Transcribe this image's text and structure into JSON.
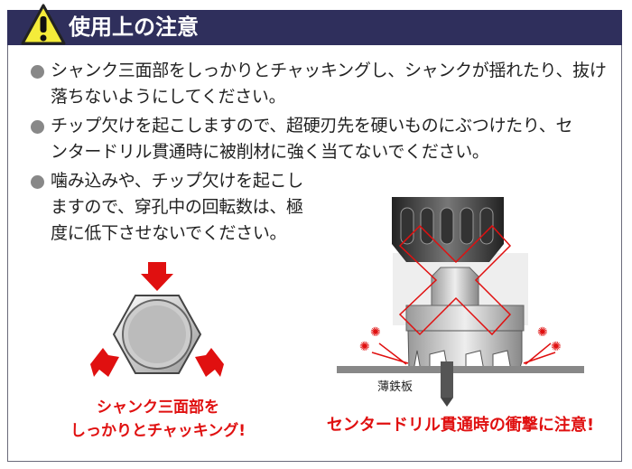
{
  "header": {
    "title": "使用上の注意",
    "icon": "warning-icon"
  },
  "notes": [
    {
      "lines": [
        "シャンク三面部をしっかりとチャッキングし、シャンクが揺れたり、抜け",
        "落ちないようにしてください。"
      ]
    },
    {
      "lines": [
        "チップ欠けを起こしますので、超硬刃先を硬いものにぶつけたり、セ",
        "ンタードリル貫通時に被削材に強く当てないでください。"
      ]
    },
    {
      "lines": [
        "噛み込みや、チップ欠けを起こし",
        "ますので、穿孔中の回転数は、極",
        "度に低下させないでください。"
      ]
    }
  ],
  "figure_left": {
    "caption_lines": [
      "シャンク三面部を",
      "しっかりとチャッキング!"
    ]
  },
  "figure_right": {
    "label": "薄鉄板",
    "caption": "センタードリル貫通時の衝撃に注意!"
  },
  "colors": {
    "header": "#2f2f5c",
    "accent": "#e01010"
  }
}
